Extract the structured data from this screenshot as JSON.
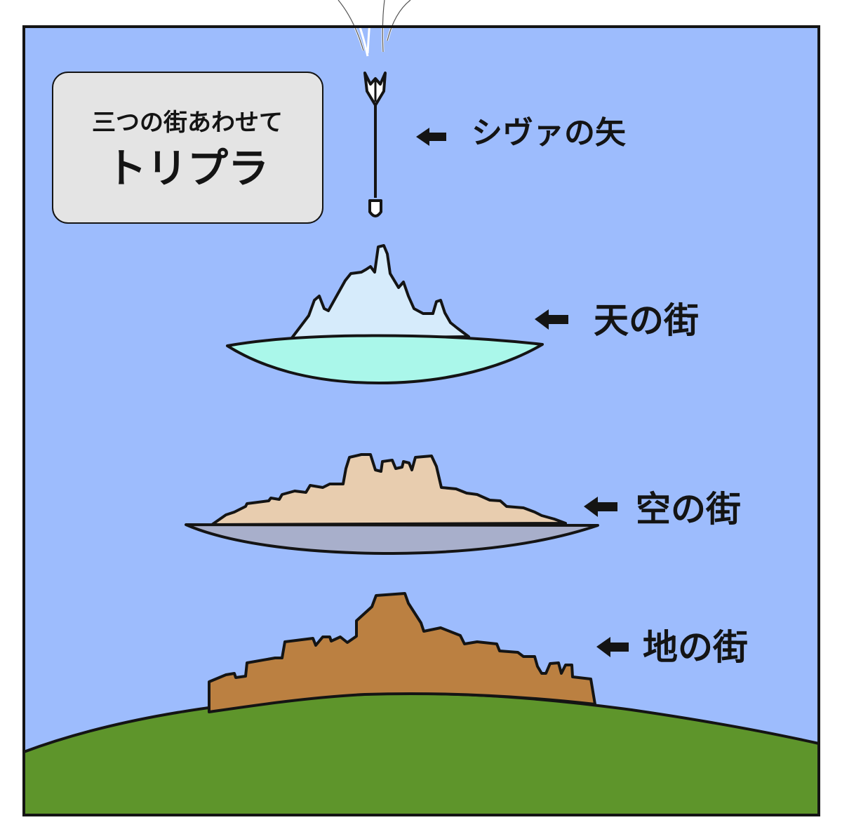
{
  "title_box": {
    "line1": "三つの街あわせて",
    "line2": "トリプラ"
  },
  "labels": {
    "arrow": "シヴァの矢",
    "heaven_city": "天の街",
    "sky_city": "空の街",
    "earth_city": "地の街"
  },
  "colors": {
    "sky": "#9dbcfd",
    "outline": "#141414",
    "title_box_fill": "#e4e4e4",
    "heaven_mountain": "#d6ebfb",
    "heaven_disc": "#aaf7ea",
    "sky_city_mountain": "#e8cdaf",
    "sky_city_disc": "#a8afcb",
    "earth_city": "#bb8041",
    "hill": "#5e952b"
  },
  "icons": [
    "arrow-left-icon",
    "shiva-arrow-icon"
  ]
}
